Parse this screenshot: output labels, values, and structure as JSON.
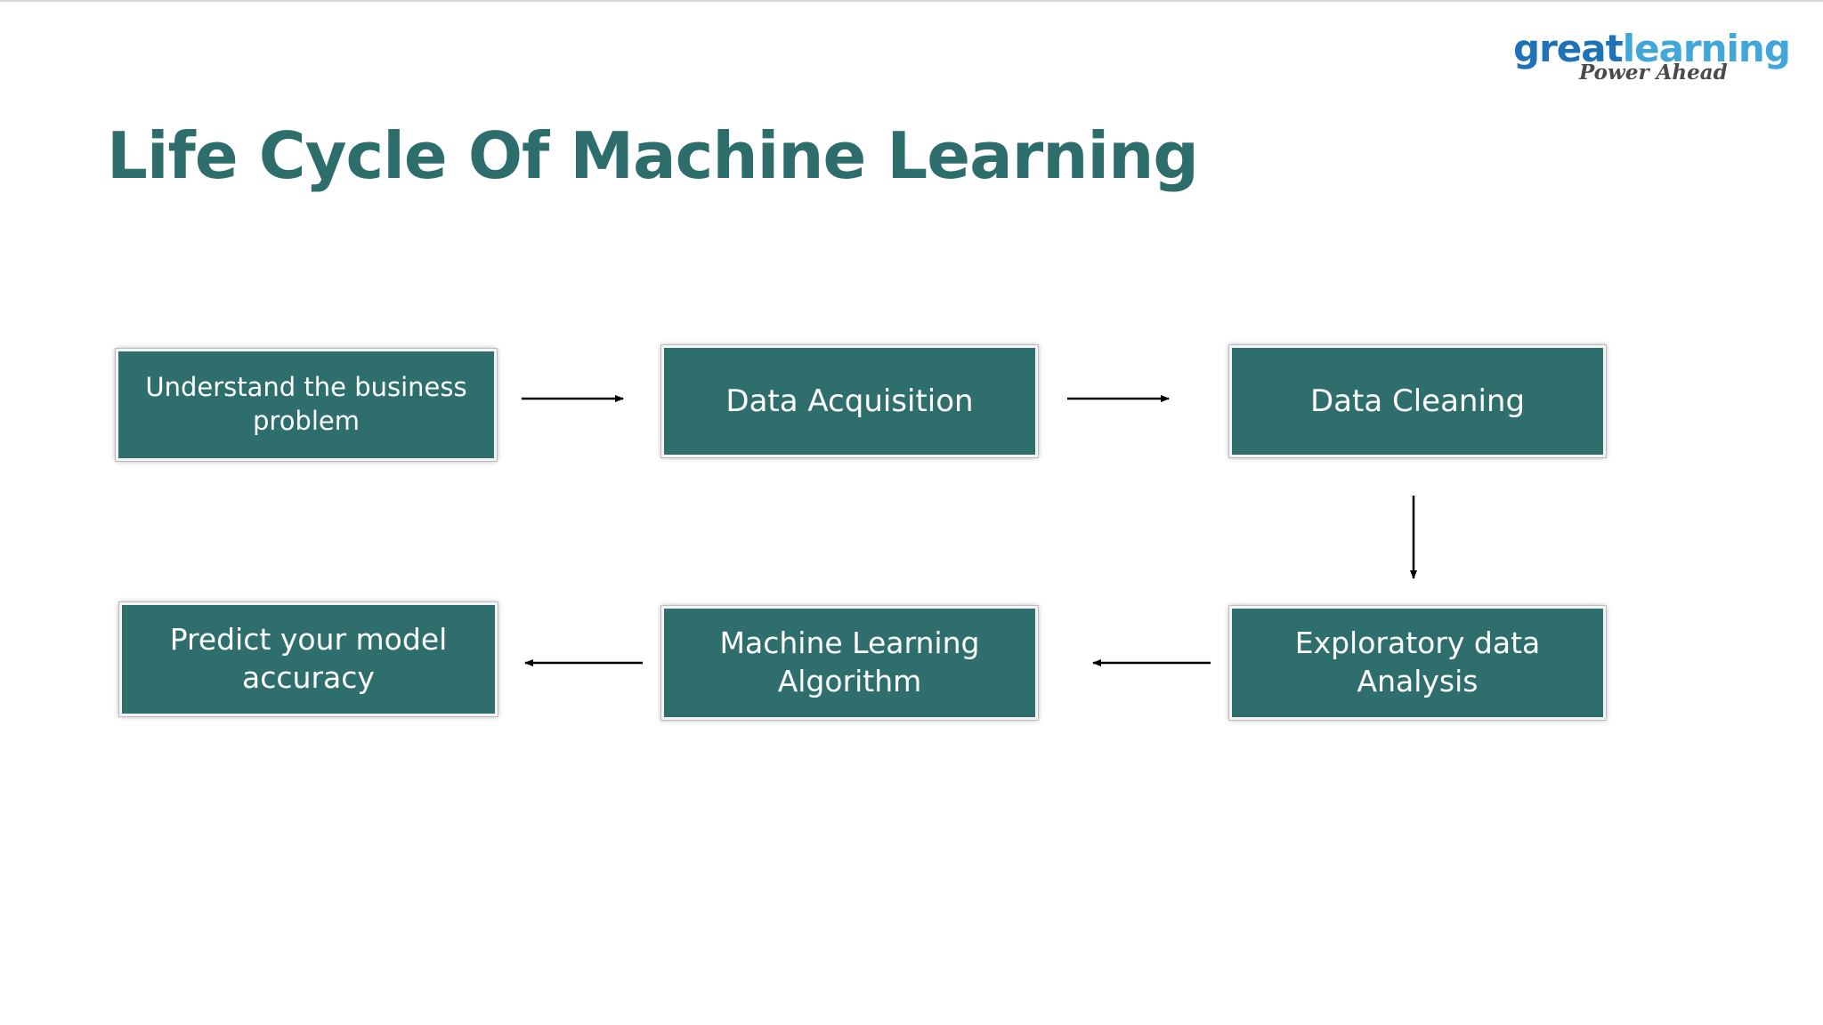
{
  "slide": {
    "title": "Life Cycle Of Machine Learning"
  },
  "logo": {
    "brand_part1": "great",
    "brand_part2": "learning",
    "tagline": "Power Ahead",
    "colors": {
      "great": "#1f72b5",
      "learning": "#41a6d8"
    }
  },
  "diagram": {
    "box_color": "#2e6f6e",
    "steps": [
      {
        "label": "Understand the business problem"
      },
      {
        "label": "Data Acquisition"
      },
      {
        "label": "Data Cleaning"
      },
      {
        "label": "Exploratory data Analysis"
      },
      {
        "label": "Machine Learning Algorithm"
      },
      {
        "label": "Predict your model accuracy"
      }
    ],
    "flow": [
      {
        "from": 1,
        "to": 2
      },
      {
        "from": 2,
        "to": 3
      },
      {
        "from": 3,
        "to": 4
      },
      {
        "from": 4,
        "to": 5
      },
      {
        "from": 5,
        "to": 6
      }
    ]
  }
}
